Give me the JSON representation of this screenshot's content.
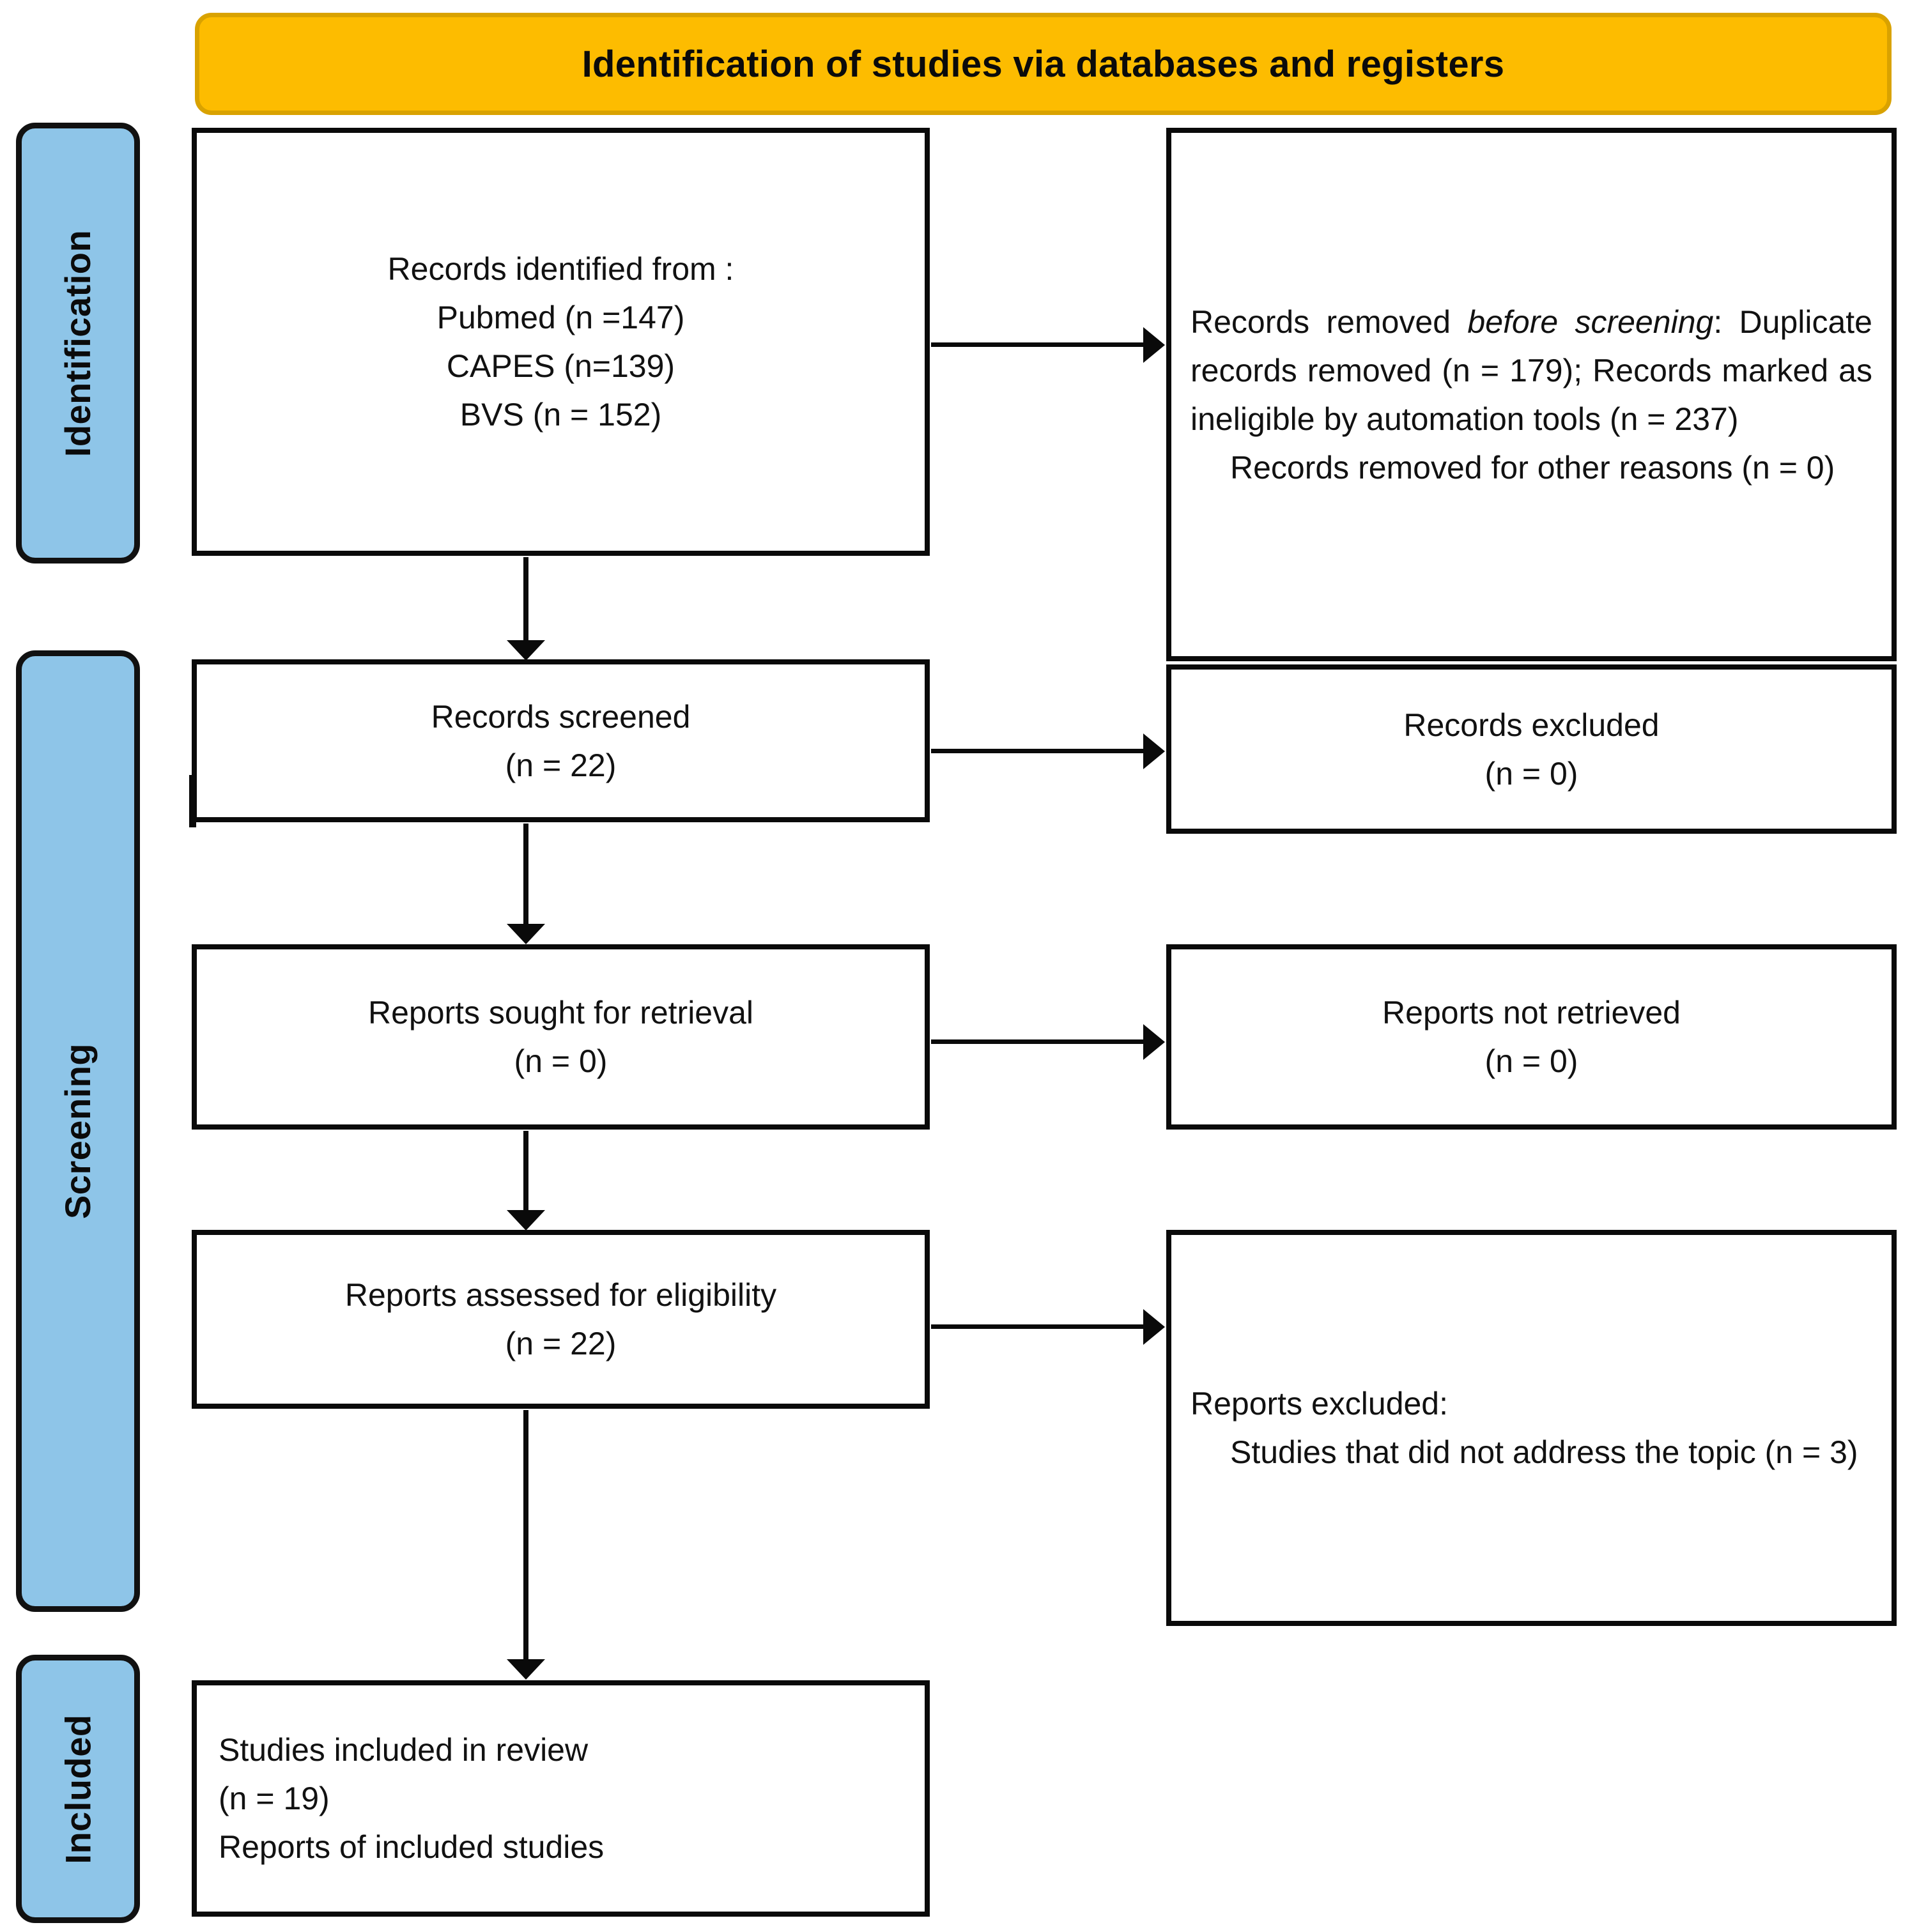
{
  "banner": {
    "title": "Identification of studies via databases and registers",
    "fill_color": "#FDBC00",
    "border_color": "#D9A200"
  },
  "stages": [
    {
      "id": "identification",
      "label": "Identification",
      "fill_color": "#8EC5E8"
    },
    {
      "id": "screening",
      "label": "Screening",
      "fill_color": "#8EC5E8"
    },
    {
      "id": "included",
      "label": "Included",
      "fill_color": "#8EC5E8"
    }
  ],
  "boxes": {
    "identified": {
      "line1": "Records identified from :",
      "line2": "Pubmed (n =147)",
      "line3": "CAPES (n=139)",
      "line4": "BVS (n = 152)"
    },
    "removed_before": {
      "prefix": "Records removed ",
      "italic1": "before",
      "italic2": "screening",
      "body": ": Duplicate records removed (n = 179); Records marked as ineligible by automation tools (n = 237)",
      "line2": "Records removed for other reasons  (n = 0)"
    },
    "screened": {
      "line1": "Records screened",
      "line2": "(n = 22)"
    },
    "records_excluded": {
      "line1": "Records excluded",
      "line2": "(n = 0)"
    },
    "sought": {
      "line1": "Reports sought for retrieval",
      "line2": "(n = 0)"
    },
    "not_retrieved": {
      "line1": "Reports not retrieved",
      "line2": "(n = 0)"
    },
    "assessed": {
      "line1": "Reports assessed for eligibility",
      "line2": "(n = 22)"
    },
    "reports_excluded": {
      "line1": "Reports excluded:",
      "line2": "Studies that did not address the topic (n = 3)"
    },
    "included": {
      "line1": "Studies included in review",
      "line2": "(n = 19)",
      "line3": "Reports of included studies"
    }
  },
  "chart_data": {
    "type": "diagram",
    "title": "Identification of studies via databases and registers",
    "nodes": [
      {
        "id": "identified",
        "stage": "Identification",
        "column": "left",
        "label": "Records identified from :",
        "sources": [
          {
            "name": "Pubmed",
            "n": 147
          },
          {
            "name": "CAPES",
            "n": 139
          },
          {
            "name": "BVS",
            "n": 152
          }
        ]
      },
      {
        "id": "removed_before",
        "stage": "Identification",
        "column": "right",
        "label": "Records removed before screening",
        "items": [
          {
            "name": "Duplicate records removed",
            "n": 179
          },
          {
            "name": "Records marked as ineligible by automation tools",
            "n": 237
          },
          {
            "name": "Records removed for other reasons",
            "n": 0
          }
        ]
      },
      {
        "id": "screened",
        "stage": "Screening",
        "column": "left",
        "label": "Records screened",
        "n": 22
      },
      {
        "id": "records_excluded",
        "stage": "Screening",
        "column": "right",
        "label": "Records excluded",
        "n": 0
      },
      {
        "id": "sought",
        "stage": "Screening",
        "column": "left",
        "label": "Reports sought for retrieval",
        "n": 0
      },
      {
        "id": "not_retrieved",
        "stage": "Screening",
        "column": "right",
        "label": "Reports not retrieved",
        "n": 0
      },
      {
        "id": "assessed",
        "stage": "Screening",
        "column": "left",
        "label": "Reports assessed for eligibility",
        "n": 22
      },
      {
        "id": "reports_excluded",
        "stage": "Screening",
        "column": "right",
        "label": "Reports excluded: Studies that did not address the topic",
        "n": 3
      },
      {
        "id": "included",
        "stage": "Included",
        "column": "left",
        "label": "Studies included in review",
        "n": 19
      }
    ],
    "edges": [
      {
        "from": "identified",
        "to": "removed_before",
        "direction": "right"
      },
      {
        "from": "identified",
        "to": "screened",
        "direction": "down"
      },
      {
        "from": "screened",
        "to": "records_excluded",
        "direction": "right"
      },
      {
        "from": "screened",
        "to": "sought",
        "direction": "down"
      },
      {
        "from": "sought",
        "to": "not_retrieved",
        "direction": "right"
      },
      {
        "from": "sought",
        "to": "assessed",
        "direction": "down"
      },
      {
        "from": "assessed",
        "to": "reports_excluded",
        "direction": "right"
      },
      {
        "from": "assessed",
        "to": "included",
        "direction": "down"
      }
    ]
  }
}
